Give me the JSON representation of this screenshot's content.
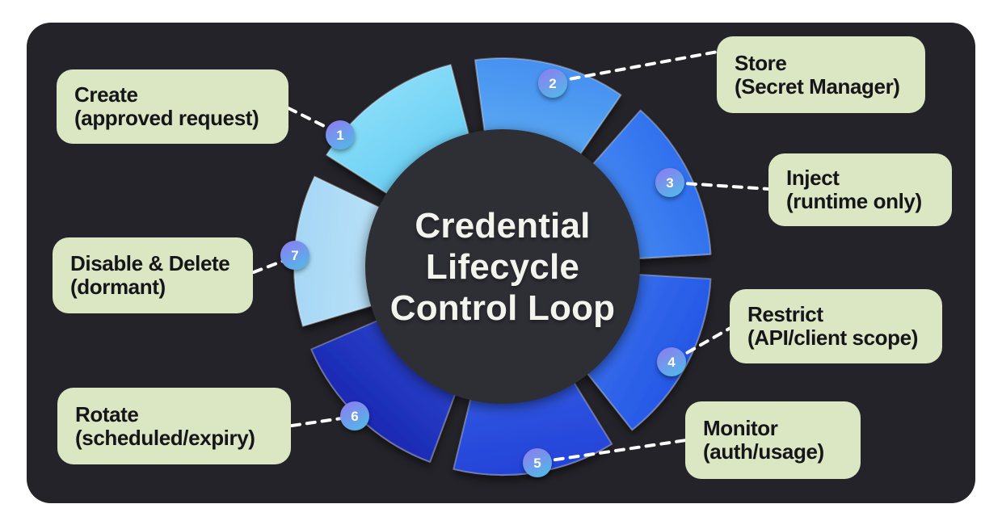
{
  "title": {
    "lines": [
      "Credential",
      "Lifecycle",
      "Control Loop"
    ]
  },
  "steps": [
    {
      "num": "1",
      "label": "Create",
      "sub": "(approved request)",
      "wedge": {
        "outer": "#87dcf8",
        "inner": "#41bdee"
      }
    },
    {
      "num": "2",
      "label": "Store",
      "sub": "(Secret Manager)",
      "wedge": {
        "outer": "#4590f0",
        "inner": "#77c8f8"
      }
    },
    {
      "num": "3",
      "label": "Inject",
      "sub": "(runtime only)",
      "wedge": {
        "outer": "#2f6fed",
        "inner": "#60a8f7"
      }
    },
    {
      "num": "4",
      "label": "Restrict",
      "sub": "(API/client scope)",
      "wedge": {
        "outer": "#2457e6",
        "inner": "#4f8bf3"
      }
    },
    {
      "num": "5",
      "label": "Monitor",
      "sub": "(auth/usage)",
      "wedge": {
        "outer": "#2343d8",
        "inner": "#4372ee"
      }
    },
    {
      "num": "6",
      "label": "Rotate",
      "sub": "(scheduled/expiry)",
      "wedge": {
        "outer": "#1928b2",
        "inner": "#3e62ea"
      }
    },
    {
      "num": "7",
      "label": "Disable & Delete",
      "sub": "(dormant)",
      "wedge": {
        "outer": "#a5d7f5",
        "inner": "#d6eefc"
      }
    }
  ],
  "colors": {
    "page_bg": "#ffffff",
    "panel_bg": "#232329",
    "hub_bg": "#2e2e35",
    "title_color": "#f4f4ee",
    "box_bg": "#dbe7c2",
    "box_text": "#15151a",
    "line_color": "#ffffff",
    "badge_from": "#9178f1",
    "badge_to": "#57b3e8",
    "wedge_edge": "rgba(255,255,255,0.3)"
  }
}
